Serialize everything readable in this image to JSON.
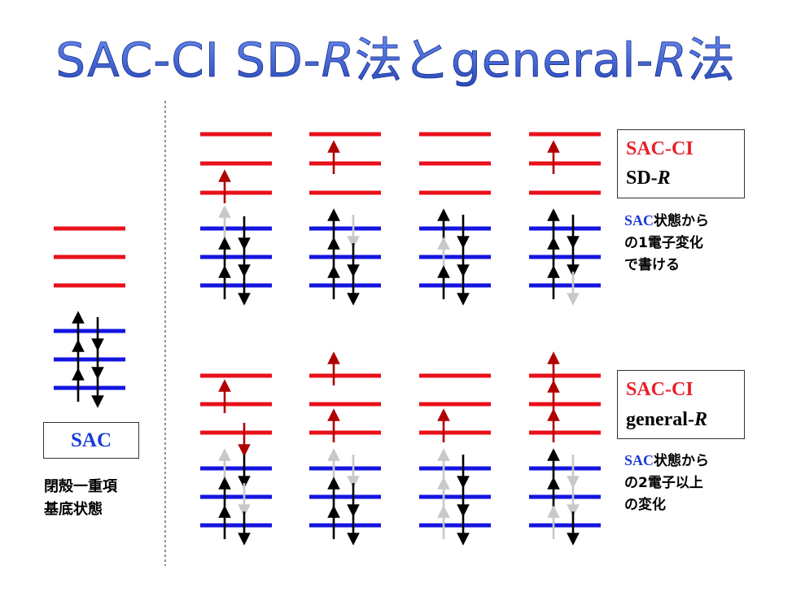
{
  "title": {
    "part1": "SAC-CI SD-",
    "part2": "R",
    "part3": "法とgeneral-",
    "part4": "R",
    "part5": "法"
  },
  "sd_box": {
    "line1": "SAC-CI",
    "line2_prefix": "SD-",
    "line2_italic": "R"
  },
  "sd_note": {
    "sac": "SAC",
    "line1_rest": "状態から",
    "line2": "の1電子変化",
    "line3": "で書ける"
  },
  "gen_box": {
    "line1": "SAC-CI",
    "line2_prefix": "general-",
    "line2_italic": "R"
  },
  "gen_note": {
    "sac": "SAC",
    "line1_rest": "状態から",
    "line2": "の2電子以上",
    "line3": "の変化"
  },
  "sac_box": {
    "label": "SAC"
  },
  "sac_note": {
    "line1": "閉殻一重項",
    "line2": "基底状態"
  },
  "colors": {
    "title_blue": "#3a5fd0",
    "virtual_red": "#e8101a",
    "occupied_blue": "#1414e0",
    "arrow_red": "#b00000",
    "arrow_black": "#000000",
    "arrow_gray": "#c8c8c8"
  }
}
